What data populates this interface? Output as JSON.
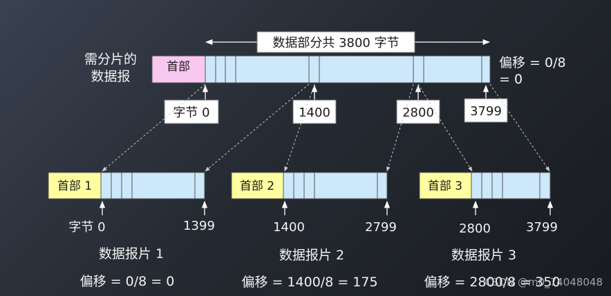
{
  "original": {
    "label_line1": "需分片的",
    "label_line2": "数据报",
    "header_label": "首部",
    "total_label": "数据部分共 3800 字节",
    "offset_line1": "偏移 = 0/8",
    "offset_line2": "= 0",
    "marker_0": "字节 0",
    "marker_1400": "1400",
    "marker_2800": "2800",
    "marker_3799": "3799"
  },
  "fragments": [
    {
      "header": "首部 1",
      "start": "字节 0",
      "end": "1399",
      "name": "数据报片 1",
      "offset": "偏移 = 0/8 = 0"
    },
    {
      "header": "首部 2",
      "start": "1400",
      "end": "2799",
      "name": "数据报片 2",
      "offset": "偏移 = 1400/8 = 175"
    },
    {
      "header": "首部 3",
      "start": "2800",
      "end": "3799",
      "name": "数据报片 3",
      "offset": "偏移 = 2800/8 = 350"
    }
  ],
  "watermark": "CSDN @m0_74048048",
  "colors": {
    "data_fill": "#cce8fa",
    "header_original": "#f8c8f0",
    "header_fragment": "#ffffa0",
    "arrow": "#ffffff",
    "dashed": "#c8c8c8"
  }
}
